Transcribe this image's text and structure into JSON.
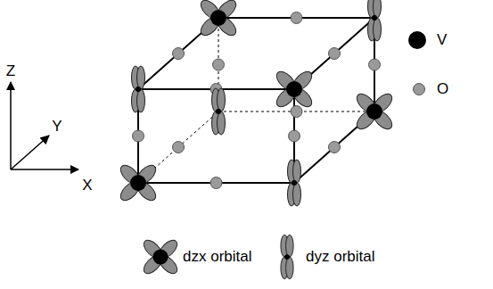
{
  "diagram": {
    "labels": [
      "Z",
      "Y",
      "X"
    ],
    "legend": [
      {
        "text": "V",
        "color": "#000000"
      },
      {
        "text": "O",
        "color": "#9a9a9a"
      },
      {
        "text": "dzx orbital"
      },
      {
        "text": "dyz orbital"
      }
    ]
  }
}
